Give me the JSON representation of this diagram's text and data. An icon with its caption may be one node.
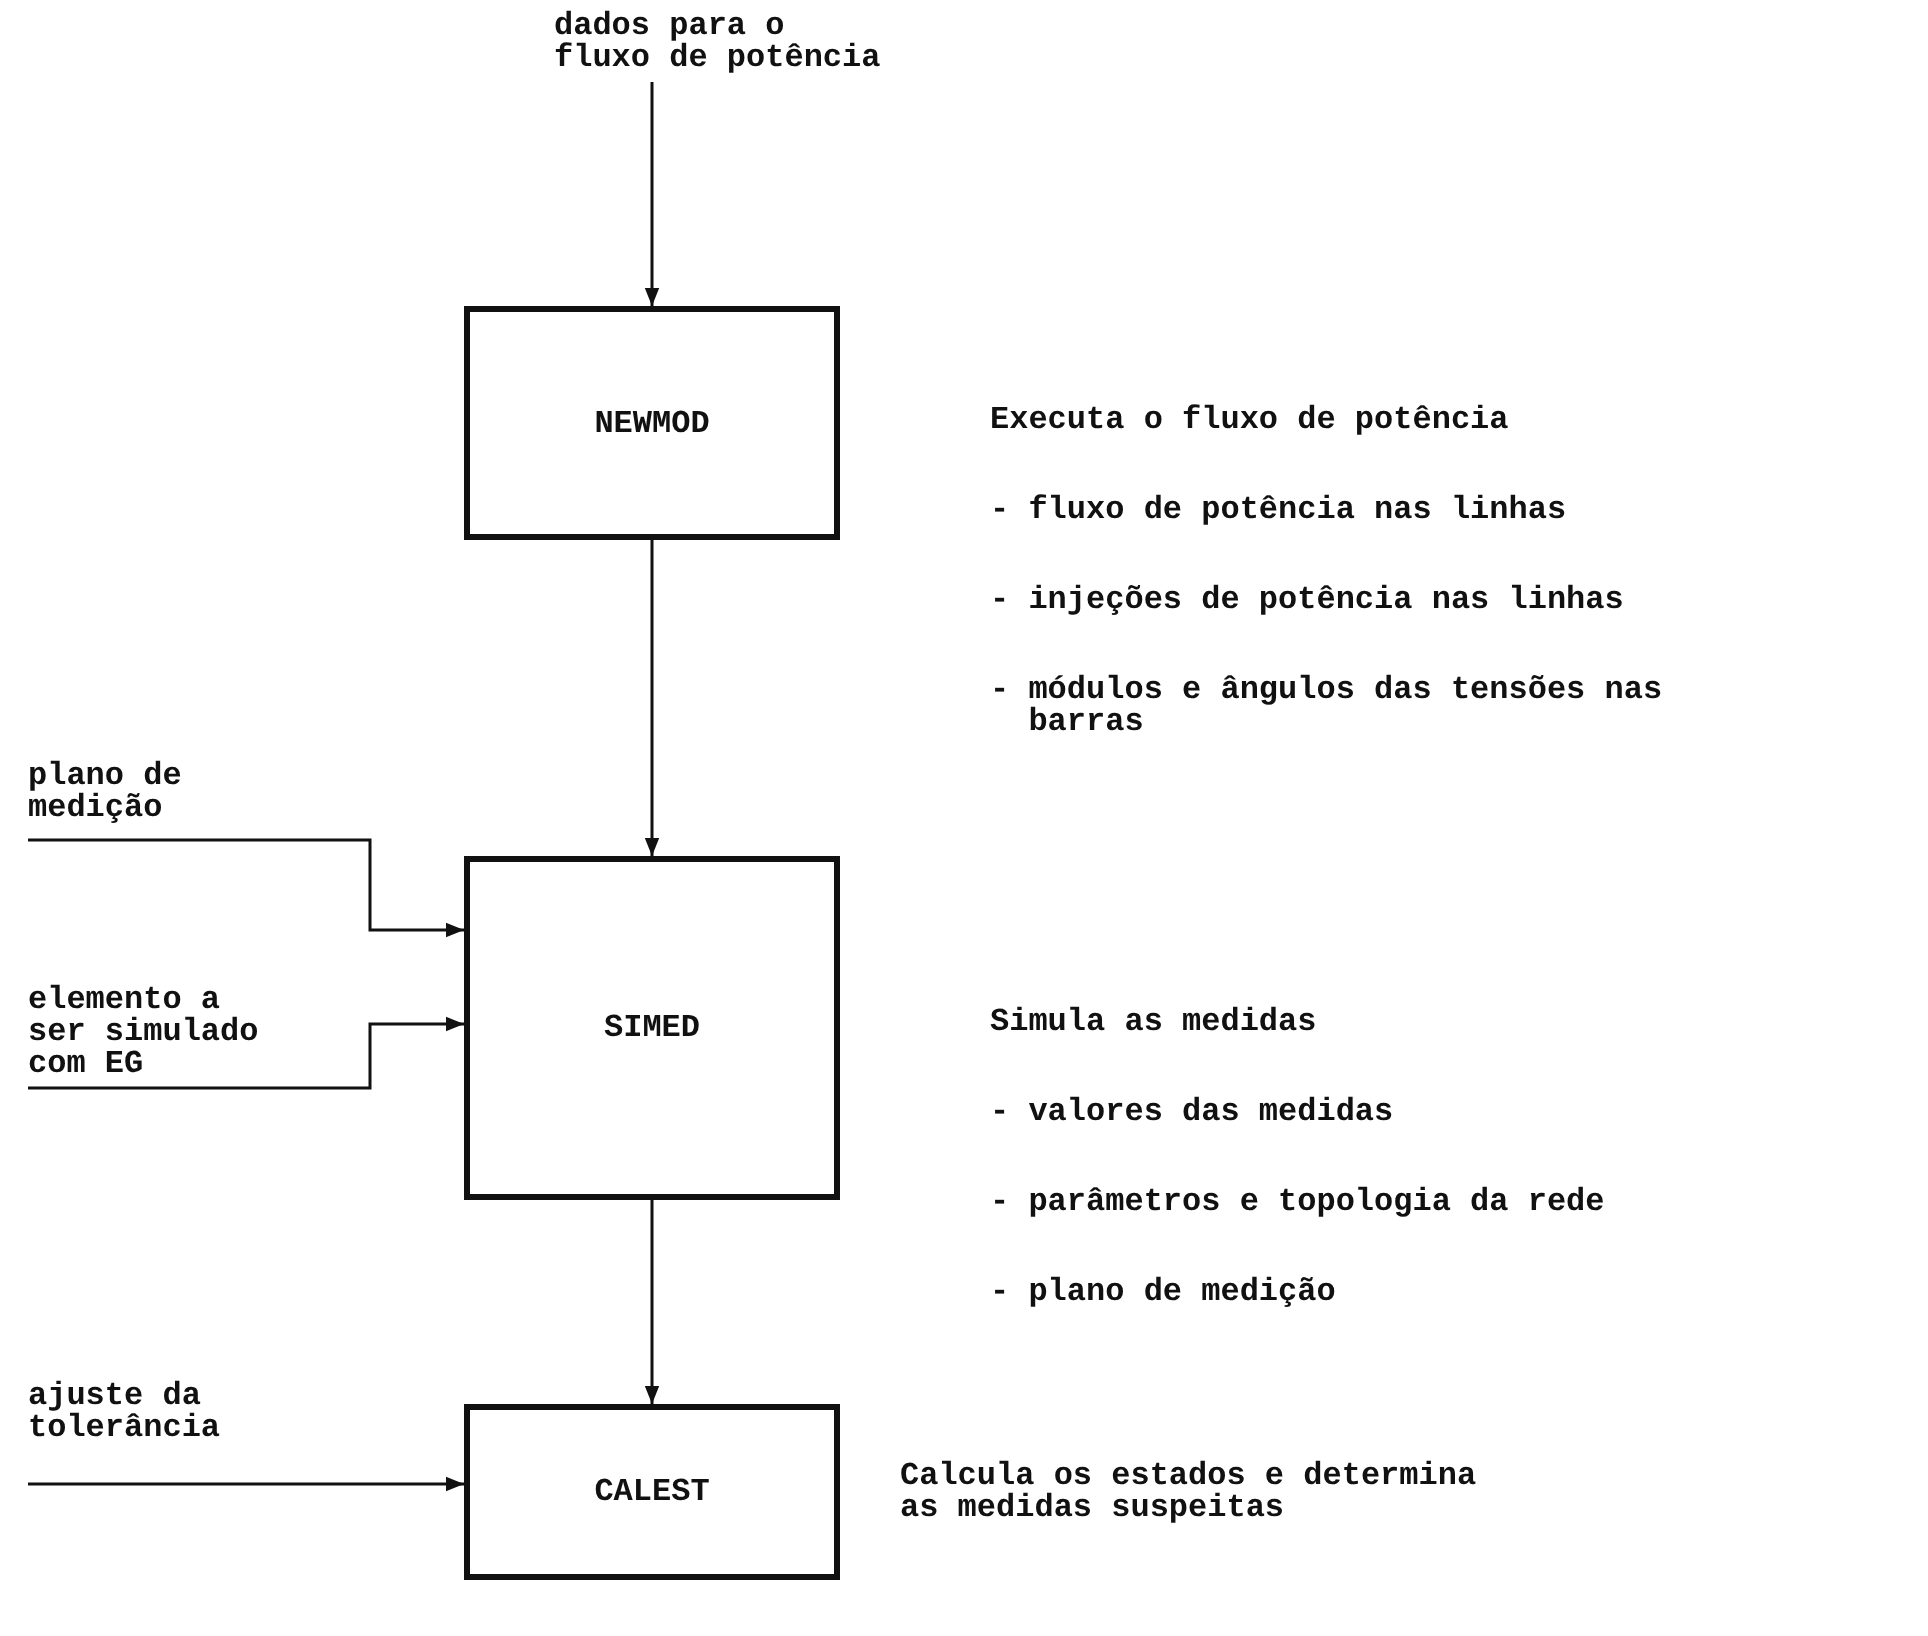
{
  "diagram": {
    "nodes": [
      {
        "text": [
          "dados para o fluxo de potência"
        ]
      },
      {
        "text": [
          "NEWMOD"
        ],
        "beside": [
          "Executa o fluxo de potência",
          "- fluxo de potência nas linhas",
          "- injeções de potência nas linhas",
          "- módulos e ângulos das tensões nas barras"
        ]
      },
      {
        "text": [
          "plano de medição"
        ]
      },
      {
        "text": [
          "elemento a ser simulado com EG"
        ]
      },
      {
        "text": [
          "SIMED"
        ],
        "beside": [
          "Simula as medidas",
          "- valores das medidas",
          "- parâmetros e topologia da rede",
          "- plano de medição"
        ]
      },
      {
        "text": [
          "ajuste da tolerância"
        ]
      },
      {
        "text": [
          "CALEST"
        ],
        "beside": [
          "Calcula os estados e determina as medidas suspeitas"
        ]
      }
    ],
    "edges": [
      {
        "from": 0,
        "to": 1,
        "arrow": "to"
      },
      {
        "from": 1,
        "to": 4,
        "arrow": "to"
      },
      {
        "from": 2,
        "to": 4,
        "arrow": "to"
      },
      {
        "from": 3,
        "to": 4,
        "arrow": "to"
      },
      {
        "from": 4,
        "to": 6,
        "arrow": "to"
      },
      {
        "from": 5,
        "to": 6,
        "arrow": "to"
      }
    ]
  }
}
